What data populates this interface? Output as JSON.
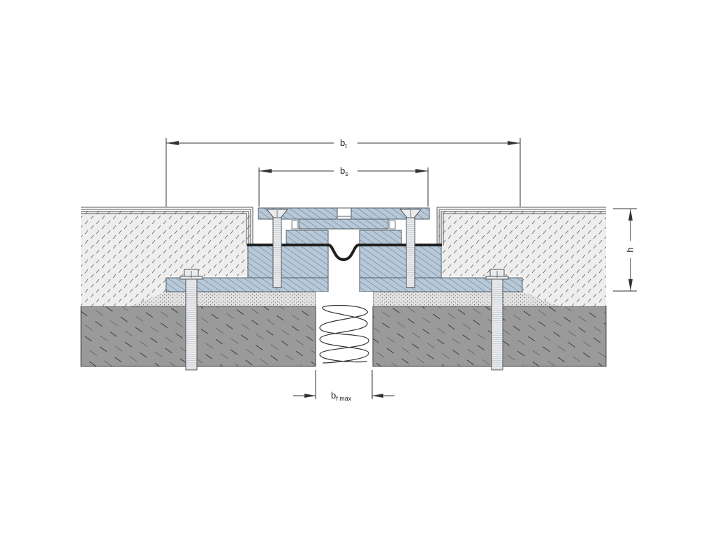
{
  "diagram": {
    "dimensions": {
      "bt": {
        "base": "b",
        "sub": "t"
      },
      "bs": {
        "base": "b",
        "sub": "s"
      },
      "bf": {
        "base": "b",
        "sub": "f max"
      },
      "h": {
        "text": "h"
      }
    },
    "colors": {
      "steel_blue": "#b7c9d8",
      "steel_edge": "#4d5a66",
      "concrete": "#9a9a9a",
      "screed": "#eeeeee",
      "mortar": "#d9d9d9",
      "rubber": "#1e1e1e",
      "line": "#333333"
    }
  }
}
